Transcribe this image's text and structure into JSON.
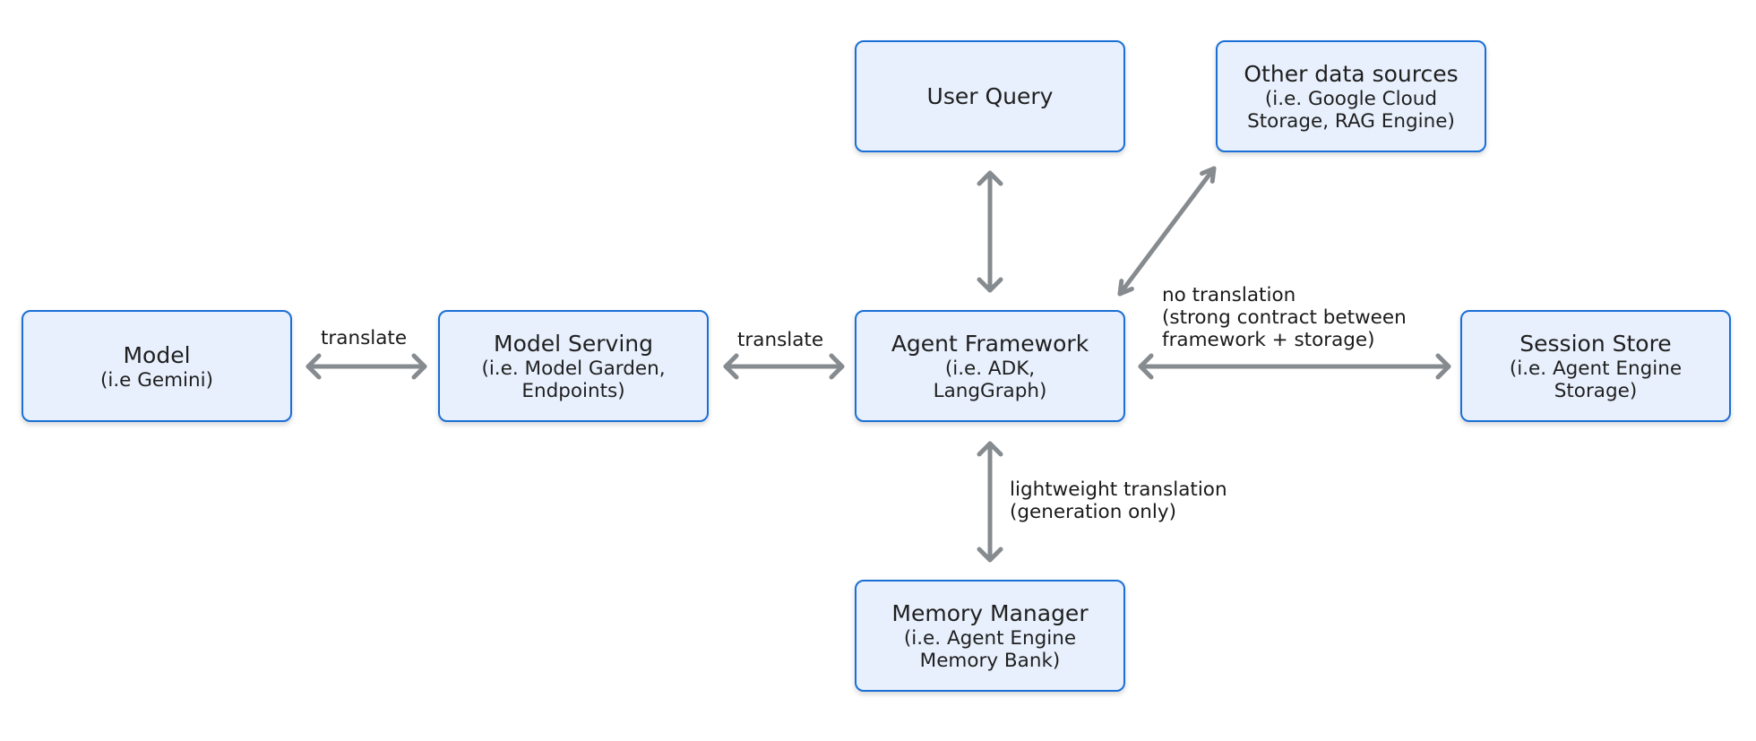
{
  "nodes": {
    "user_query": {
      "title": "User Query"
    },
    "other_sources": {
      "title": "Other data sources",
      "sub": [
        "(i.e. Google Cloud",
        "Storage, RAG Engine)"
      ]
    },
    "model": {
      "title": "Model",
      "sub": [
        "(i.e Gemini)"
      ]
    },
    "model_serving": {
      "title": "Model Serving",
      "sub": [
        "(i.e. Model Garden,",
        "Endpoints)"
      ]
    },
    "agent_framework": {
      "title": "Agent Framework",
      "sub": [
        "(i.e. ADK,",
        "LangGraph)"
      ]
    },
    "session_store": {
      "title": "Session Store",
      "sub": [
        "(i.e. Agent Engine",
        "Storage)"
      ]
    },
    "memory_manager": {
      "title": "Memory Manager",
      "sub": [
        "(i.e. Agent Engine",
        "Memory Bank)"
      ]
    }
  },
  "edges": {
    "model_serving": {
      "label": "translate"
    },
    "serving_framework": {
      "label": "translate"
    },
    "framework_session": {
      "label": [
        "no translation",
        "(strong contract between",
        "framework + storage)"
      ]
    },
    "framework_memory": {
      "label": [
        "lightweight translation",
        "(generation only)"
      ]
    }
  },
  "colors": {
    "box_fill": "#e8f0fd",
    "box_border": "#1a6fd6",
    "arrow": "#868b90"
  }
}
